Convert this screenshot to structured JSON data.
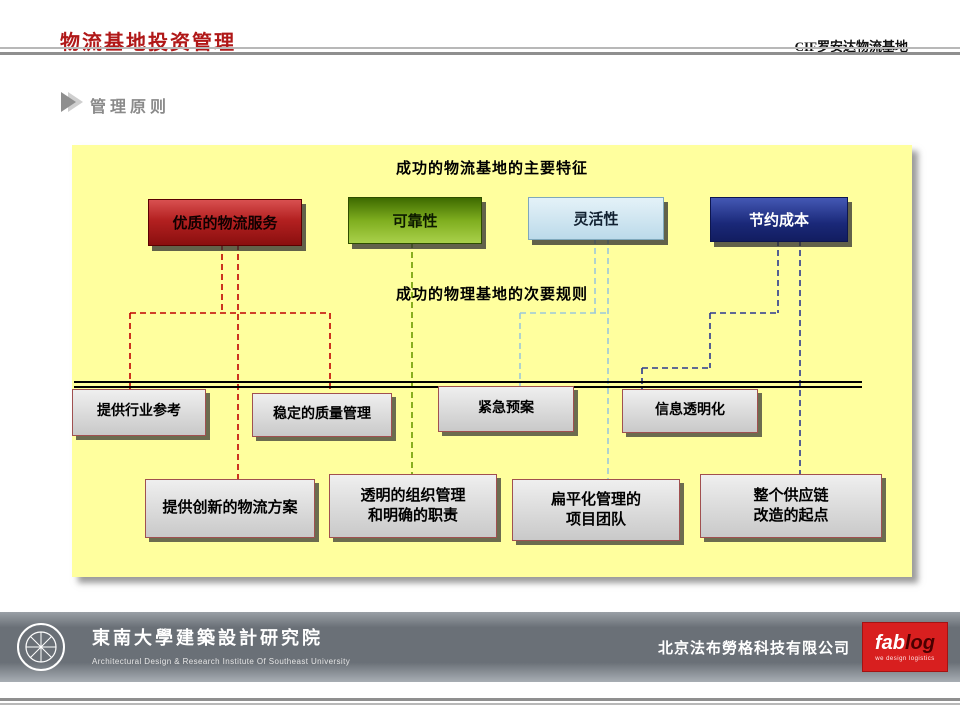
{
  "header": {
    "title": "物流基地投资管理",
    "right_label": "CIF罗安达物流基地"
  },
  "section_title": "管理原则",
  "panel": {
    "bg_color": "#ffff9e",
    "primary_title": "成功的物流基地的主要特征",
    "secondary_title": "成功的物理基地的次要规则",
    "top_boxes": [
      {
        "label": "优质的物流服务",
        "color": "#b32020",
        "text_color": "#100000"
      },
      {
        "label": "可靠性",
        "color": "#7fae1f",
        "text_color": "#0d1a00"
      },
      {
        "label": "灵活性",
        "color": "#c9e2ef",
        "text_color": "#102030"
      },
      {
        "label": "节约成本",
        "color": "#1a2878",
        "text_color": "#ffffff"
      }
    ],
    "middle_boxes": [
      {
        "label": "提供行业参考"
      },
      {
        "label": "稳定的质量管理"
      },
      {
        "label": "紧急预案"
      },
      {
        "label": "信息透明化"
      }
    ],
    "bottom_boxes": [
      {
        "label": "提供创新的物流方案"
      },
      {
        "label": "透明的组织管理\n和明确的职责"
      },
      {
        "label": "扁平化管理的\n项目团队"
      },
      {
        "label": "整个供应链\n改造的起点"
      }
    ],
    "connector_colors": {
      "red": "#c00000",
      "green": "#6b9a00",
      "light_blue": "#9cc8da",
      "dark_blue": "#2b3990"
    }
  },
  "footer": {
    "org_cn": "東南大學建築設計研究院",
    "org_en": "Architectural Design & Research Institute Of Southeast University",
    "company": "北京法布勞格科技有限公司",
    "logo_fab": "fab",
    "logo_log": "log",
    "logo_tagline": "we design logistics"
  }
}
